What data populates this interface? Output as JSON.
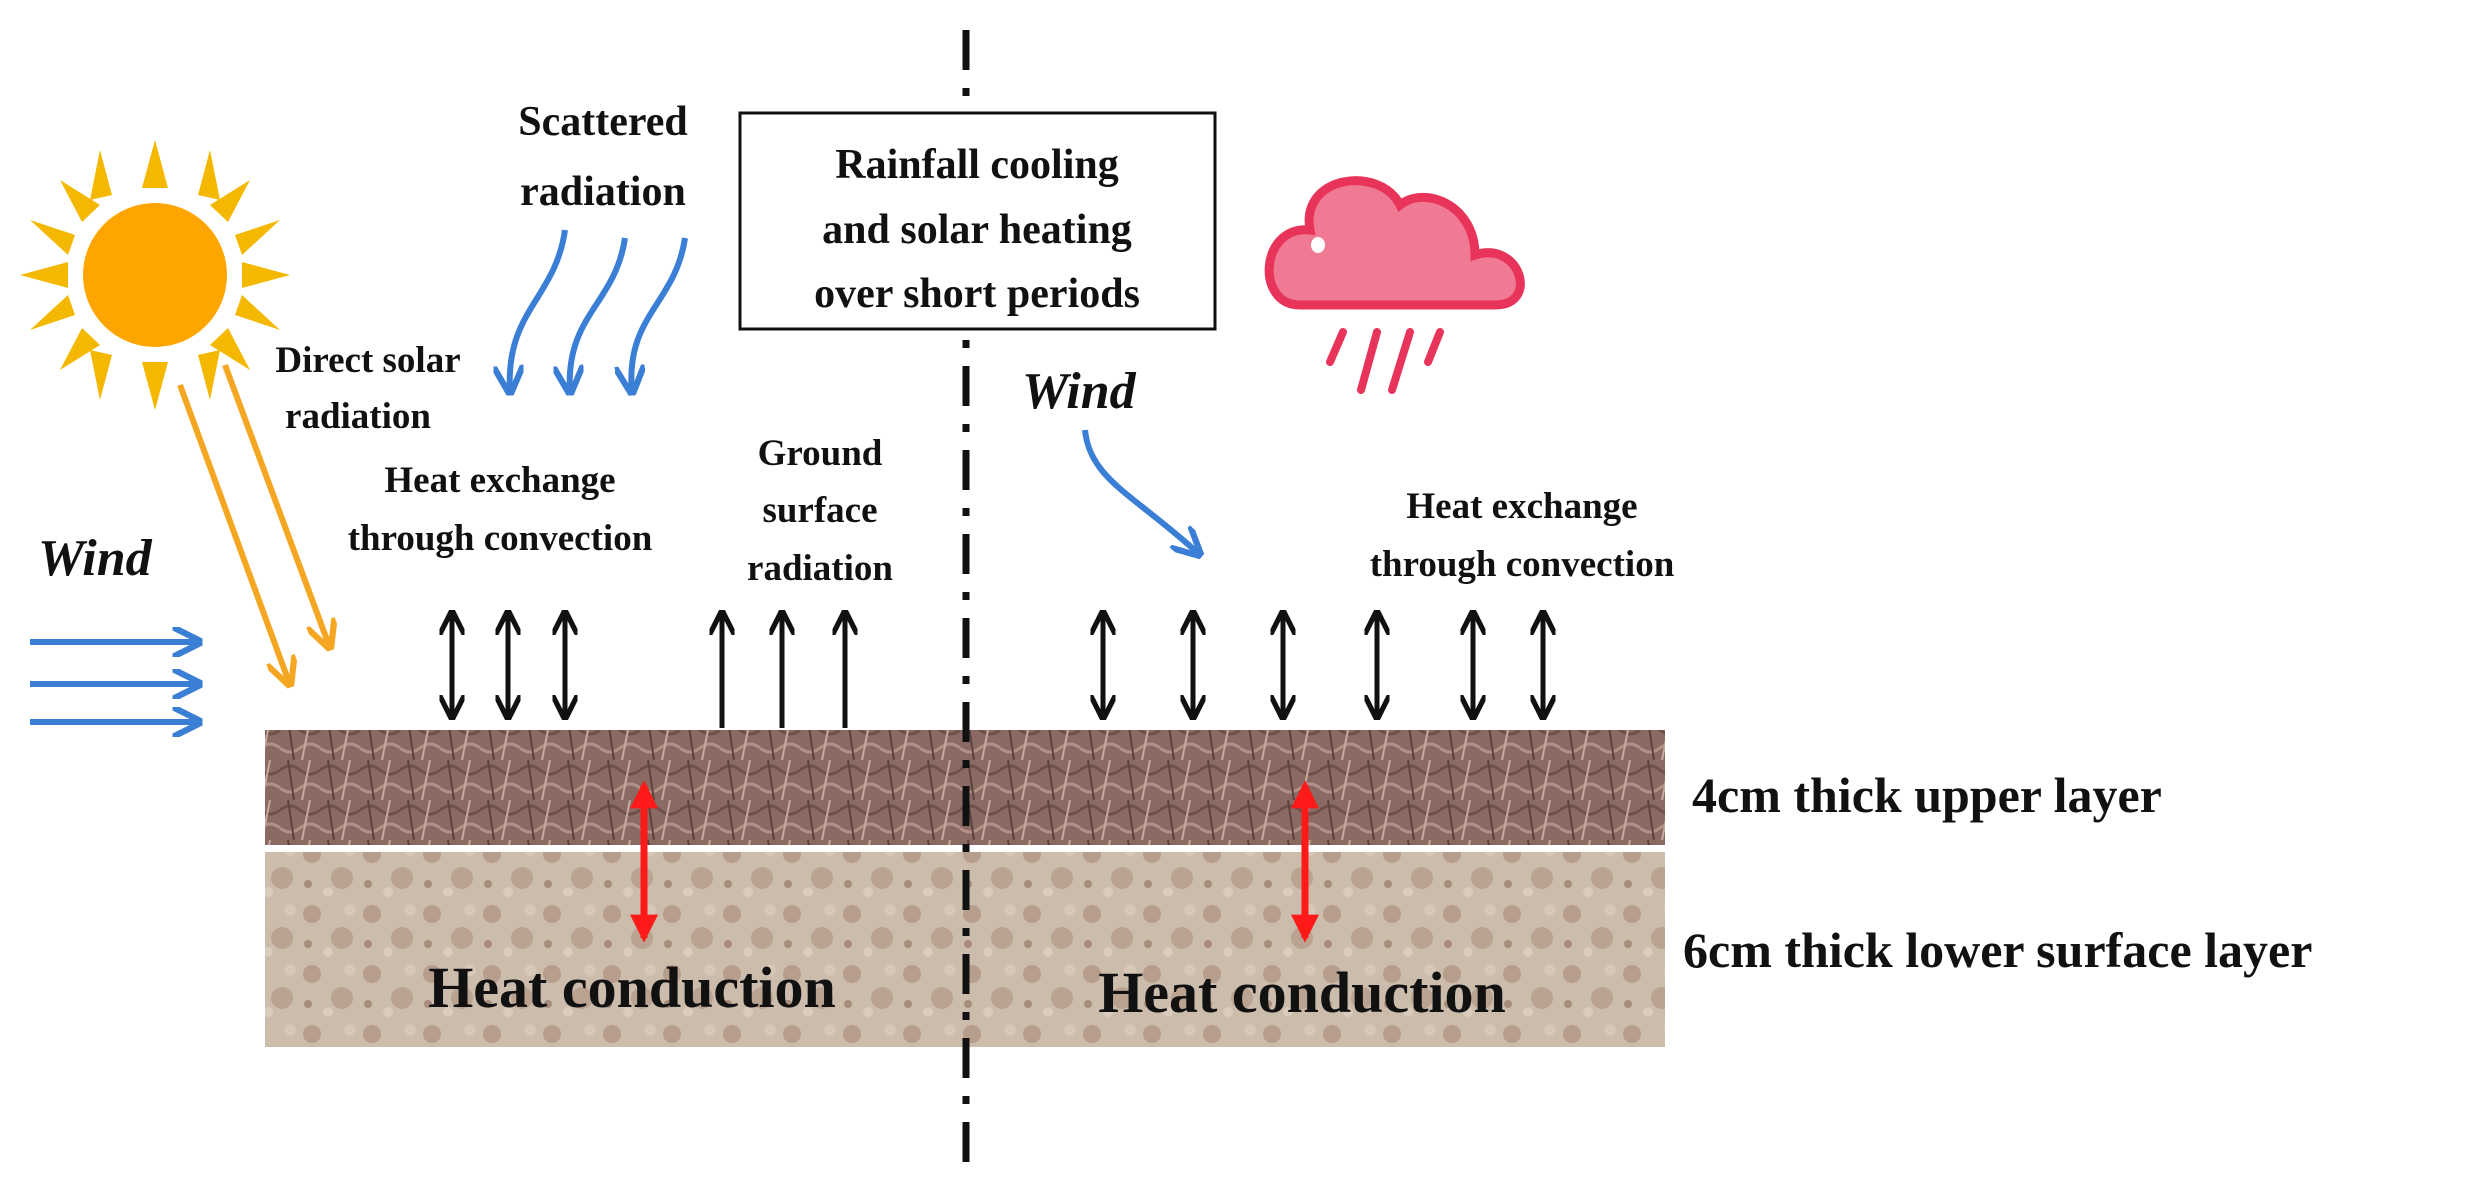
{
  "title_box": {
    "line1": "Rainfall cooling",
    "line2": "and solar heating",
    "line3": "over short periods"
  },
  "left": {
    "scattered_radiation": [
      "Scattered",
      "radiation"
    ],
    "direct_solar_radiation": [
      "Direct solar",
      "radiation"
    ],
    "wind": "Wind",
    "convection": [
      "Heat exchange",
      "through convection"
    ],
    "ground_surface_radiation": [
      "Ground",
      "surface",
      "radiation"
    ],
    "heat_conduction": "Heat conduction"
  },
  "right": {
    "wind": "Wind",
    "convection": [
      "Heat exchange",
      "through convection"
    ],
    "heat_conduction": "Heat conduction"
  },
  "layers": {
    "upper": "4cm thick upper layer",
    "lower": "6cm thick lower surface layer"
  },
  "icons": {
    "sun": "sun-icon",
    "cloud": "rain-cloud-icon"
  },
  "colors": {
    "sun": "#ffa500",
    "sun_rays": "#f5b800",
    "solar_arrow": "#f5a623",
    "blue_arrow": "#3a7fd5",
    "heat_conduction_arrow": "#ff1a1a",
    "cloud": "#f07a94",
    "cloud_outline": "#e8345a",
    "rain": "#e8345a",
    "upper_layer": "#8a6a62",
    "lower_layer": "#c9b9a8"
  }
}
